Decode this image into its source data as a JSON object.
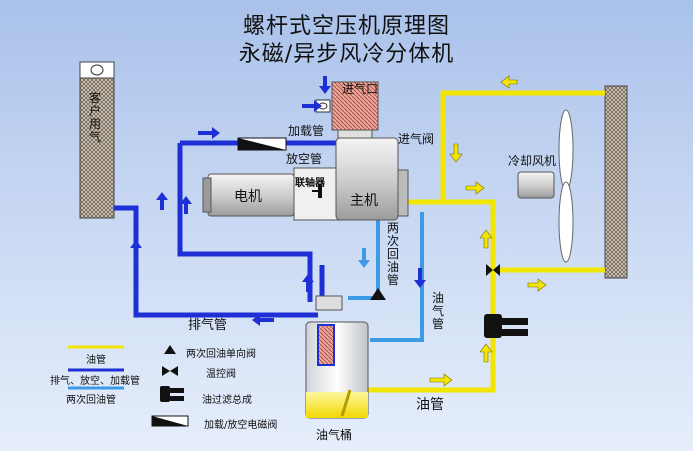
{
  "title": {
    "line1": "螺杆式空压机原理图",
    "line2": "永磁/异步风冷分体机"
  },
  "labels": {
    "customer_air": "客户用气",
    "intake_port": "进气口",
    "load_pipe": "加载管",
    "intake_valve": "进气阀",
    "vent_pipe": "放空管",
    "motor": "电机",
    "coupling": "联轴器",
    "main_unit": "主机",
    "cooling_fan": "冷却风机",
    "secondary_return_pipe": "两次回油管",
    "oil_gas_pipe": "油气管",
    "exhaust_pipe": "排气管",
    "oil_pipe_bottom": "油管",
    "oil_gas_tank": "油气桶"
  },
  "legend": [
    {
      "text": "油管",
      "symbol": "yellow-line"
    },
    {
      "text": "两次回油单向阀",
      "symbol": "triangle"
    },
    {
      "text": "排气、放空、加载管",
      "symbol": "blue-line"
    },
    {
      "text": "温控阀",
      "symbol": "bowtie"
    },
    {
      "text": "两次回油管",
      "symbol": "lightblue-line"
    },
    {
      "text": "油过滤总成",
      "symbol": "filter"
    },
    {
      "text": "加载/放空电磁阀",
      "symbol": "solenoid"
    }
  ],
  "colors": {
    "oil_pipe": "#f2e600",
    "air_pipe": "#1e2fd6",
    "return_pipe": "#3d9be6",
    "arrow_blue": "#1e2fd6",
    "arrow_yellow": "#f2e600"
  }
}
